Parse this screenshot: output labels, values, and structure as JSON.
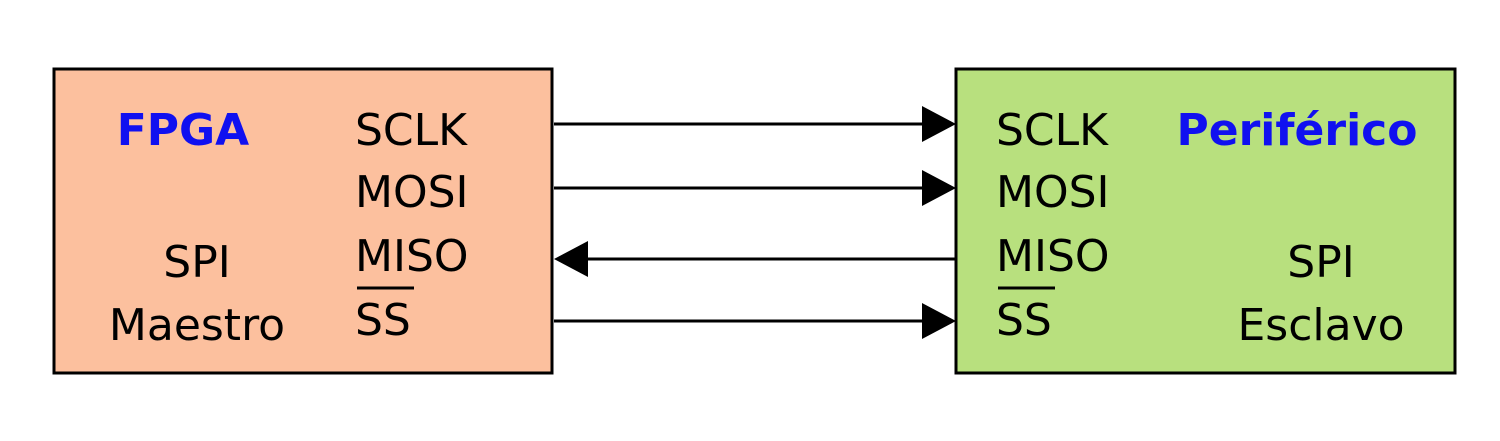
{
  "master": {
    "title": "FPGA",
    "role_line1": "SPI",
    "role_line2": "Maestro",
    "signals": [
      "SCLK",
      "MOSI",
      "MISO",
      "SS"
    ],
    "fill": "#fcc09e"
  },
  "slave": {
    "title": "Periférico",
    "role_line1": "SPI",
    "role_line2": "Esclavo",
    "signals": [
      "SCLK",
      "MOSI",
      "MISO",
      "SS"
    ],
    "fill": "#b8e07e"
  },
  "title_color": "#1010f0",
  "connections": [
    {
      "signal": "SCLK",
      "direction": "master-to-slave"
    },
    {
      "signal": "MOSI",
      "direction": "master-to-slave"
    },
    {
      "signal": "MISO",
      "direction": "slave-to-master"
    },
    {
      "signal": "SS",
      "direction": "master-to-slave",
      "active_low": true
    }
  ]
}
